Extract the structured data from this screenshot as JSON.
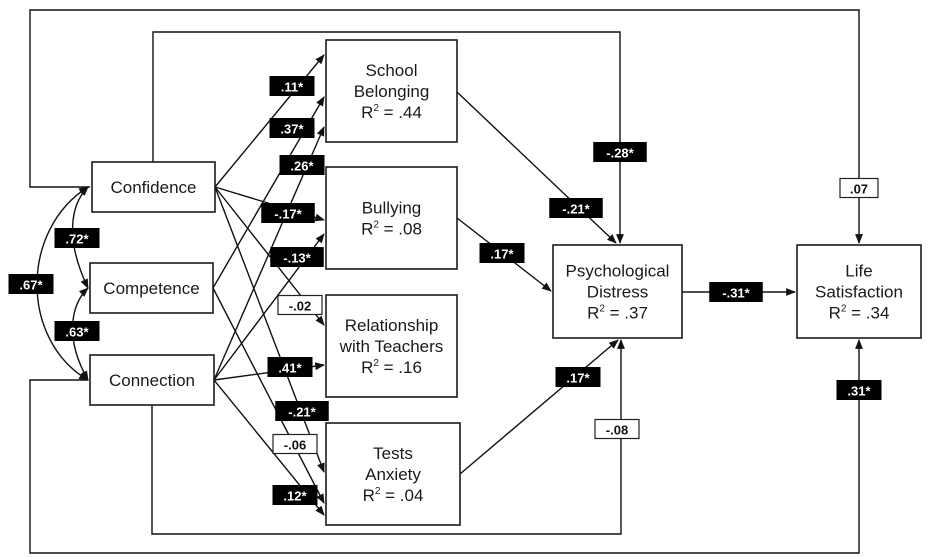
{
  "diagram": {
    "type": "path-model",
    "nodes": {
      "confidence": {
        "lines": [
          "Confidence"
        ]
      },
      "competence": {
        "lines": [
          "Competence"
        ]
      },
      "connection": {
        "lines": [
          "Connection"
        ]
      },
      "school_belonging": {
        "lines": [
          "School",
          "Belonging"
        ],
        "r2": ".44"
      },
      "bullying": {
        "lines": [
          "Bullying"
        ],
        "r2": ".08"
      },
      "relationship_teachers": {
        "lines": [
          "Relationship",
          "with Teachers"
        ],
        "r2": ".16"
      },
      "tests_anxiety": {
        "lines": [
          "Tests",
          "Anxiety"
        ],
        "r2": ".04"
      },
      "psychological_distress": {
        "lines": [
          "Psychological",
          "Distress"
        ],
        "r2": ".37"
      },
      "life_satisfaction": {
        "lines": [
          "Life",
          "Satisfaction"
        ],
        "r2": ".34"
      }
    },
    "r2_prefix": "R",
    "r2_sup": "2",
    "r2_suffix": " = ",
    "correlations": [
      {
        "from": "confidence",
        "to": "competence",
        "label": ".72*",
        "significant": true
      },
      {
        "from": "competence",
        "to": "connection",
        "label": ".63*",
        "significant": true
      },
      {
        "from": "confidence",
        "to": "connection",
        "label": ".67*",
        "significant": true
      }
    ],
    "paths": [
      {
        "from": "confidence",
        "to": "school_belonging",
        "label": ".11*",
        "significant": true
      },
      {
        "from": "competence",
        "to": "school_belonging",
        "label": ".37*",
        "significant": true
      },
      {
        "from": "connection",
        "to": "school_belonging",
        "label": ".26*",
        "significant": true
      },
      {
        "from": "confidence",
        "to": "bullying",
        "label": "-.17*",
        "significant": true
      },
      {
        "from": "connection",
        "to": "bullying",
        "label": "-.13*",
        "significant": true
      },
      {
        "from": "confidence",
        "to": "relationship_teachers",
        "label": "-.02",
        "significant": false
      },
      {
        "from": "connection",
        "to": "relationship_teachers",
        "label": ".41*",
        "significant": true
      },
      {
        "from": "confidence",
        "to": "tests_anxiety",
        "label": "-.21*",
        "significant": true
      },
      {
        "from": "competence",
        "to": "tests_anxiety",
        "label": "-.06",
        "significant": false
      },
      {
        "from": "connection",
        "to": "tests_anxiety",
        "label": ".12*",
        "significant": true
      },
      {
        "from": "school_belonging",
        "to": "psychological_distress",
        "label": "-.21*",
        "significant": true
      },
      {
        "from": "bullying",
        "to": "psychological_distress",
        "label": ".17*",
        "significant": true
      },
      {
        "from": "tests_anxiety",
        "to": "psychological_distress",
        "label": ".17*",
        "significant": true
      },
      {
        "from": "confidence",
        "to": "psychological_distress",
        "label": "-.28*",
        "significant": true
      },
      {
        "from": "connection",
        "to": "psychological_distress",
        "label": "-.08",
        "significant": false
      },
      {
        "from": "psychological_distress",
        "to": "life_satisfaction",
        "label": "-.31*",
        "significant": true
      },
      {
        "from": "confidence",
        "to": "life_satisfaction",
        "label": ".07",
        "significant": false
      },
      {
        "from": "connection",
        "to": "life_satisfaction",
        "label": ".31*",
        "significant": true
      }
    ]
  }
}
